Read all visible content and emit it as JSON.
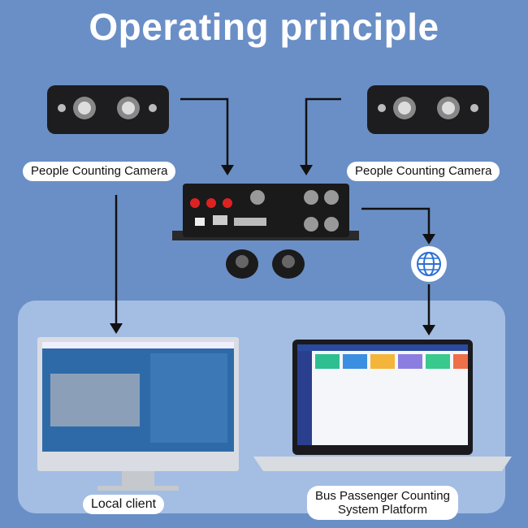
{
  "title": "Operating principle",
  "left_camera": {
    "label": "People Counting Camera"
  },
  "right_camera": {
    "label": "People Counting Camera"
  },
  "local_client": {
    "label": "Local client"
  },
  "platform": {
    "label_line1": "Bus Passenger Counting",
    "label_line2": "System Platform"
  },
  "colors": {
    "background": "#6a8fc6",
    "panel": "#a4bde3",
    "arrow": "#111111"
  }
}
